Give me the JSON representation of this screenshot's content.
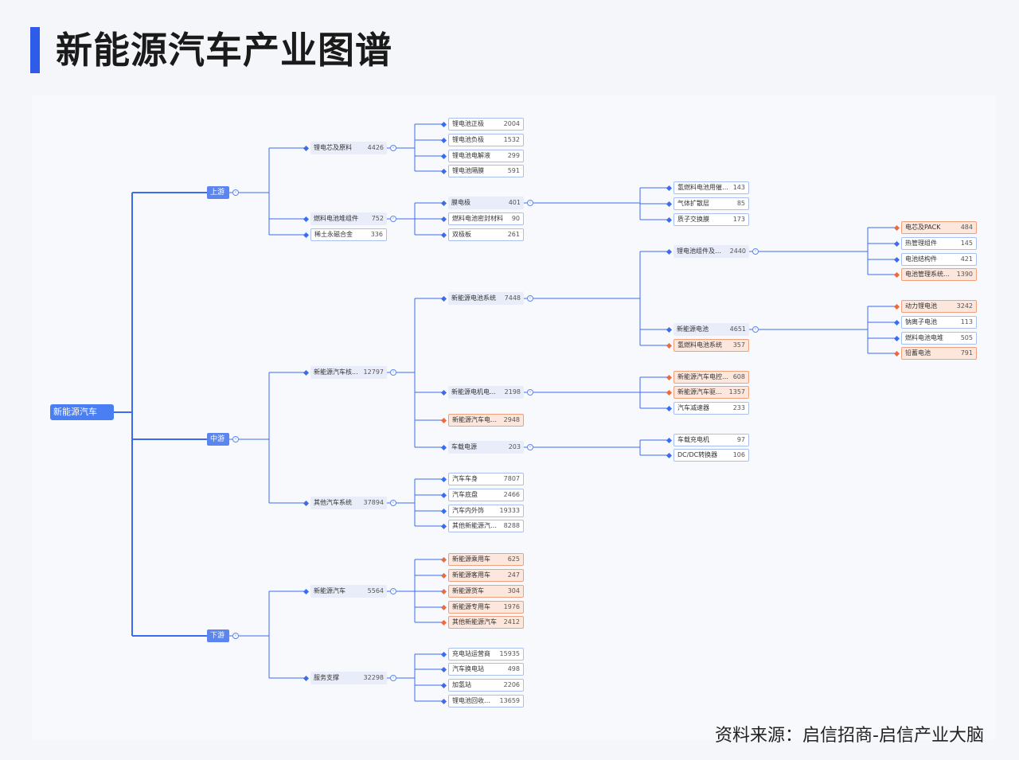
{
  "title": "新能源汽车产业图谱",
  "source": "资料来源：启信招商-启信产业大脑",
  "tree": {
    "label": "新能源汽车",
    "children": [
      {
        "label": "上游",
        "children": [
          {
            "label": "锂电芯及原料",
            "count": "4426",
            "children": [
              {
                "label": "锂电池正极",
                "count": "2004"
              },
              {
                "label": "锂电池负极",
                "count": "1532"
              },
              {
                "label": "锂电池电解液",
                "count": "299"
              },
              {
                "label": "锂电池隔膜",
                "count": "591"
              }
            ]
          },
          {
            "label": "燃料电池堆组件",
            "count": "752",
            "children": [
              {
                "label": "膜电极",
                "count": "401",
                "children": [
                  {
                    "label": "氢燃料电池用催化...",
                    "count": "143"
                  },
                  {
                    "label": "气体扩散层",
                    "count": "85"
                  },
                  {
                    "label": "质子交换膜",
                    "count": "173"
                  }
                ]
              },
              {
                "label": "燃料电池密封材料",
                "count": "90"
              },
              {
                "label": "双极板",
                "count": "261"
              }
            ]
          },
          {
            "label": "稀土永磁合金",
            "count": "336"
          }
        ]
      },
      {
        "label": "中游",
        "children": [
          {
            "label": "新能源汽车核...",
            "count": "12797",
            "children": [
              {
                "label": "新能源电池系统",
                "count": "7448",
                "children": [
                  {
                    "label": "锂电池组件及系...",
                    "count": "2440",
                    "children": [
                      {
                        "label": "电芯及PACK",
                        "count": "484",
                        "hl": true
                      },
                      {
                        "label": "热管理组件",
                        "count": "145"
                      },
                      {
                        "label": "电池结构件",
                        "count": "421"
                      },
                      {
                        "label": "电池管理系统（...",
                        "count": "1390",
                        "hl": true
                      }
                    ]
                  },
                  {
                    "label": "新能源电池",
                    "count": "4651",
                    "children": [
                      {
                        "label": "动力锂电池",
                        "count": "3242",
                        "hl": true
                      },
                      {
                        "label": "钠离子电池",
                        "count": "113"
                      },
                      {
                        "label": "燃料电池电堆",
                        "count": "505"
                      },
                      {
                        "label": "铅蓄电池",
                        "count": "791",
                        "hl": true
                      }
                    ]
                  },
                  {
                    "label": "氢燃料电池系统",
                    "count": "357",
                    "hl": true
                  }
                ]
              },
              {
                "label": "新能源电机电控...",
                "count": "2198",
                "children": [
                  {
                    "label": "新能源汽车电控系...",
                    "count": "608",
                    "hl": true
                  },
                  {
                    "label": "新能源汽车驱动...",
                    "count": "1357",
                    "hl": true
                  },
                  {
                    "label": "汽车减速器",
                    "count": "233"
                  }
                ]
              },
              {
                "label": "新能源汽车电子...",
                "count": "2948",
                "hl": true
              },
              {
                "label": "车载电源",
                "count": "203",
                "children": [
                  {
                    "label": "车载充电机",
                    "count": "97"
                  },
                  {
                    "label": "DC/DC转换器",
                    "count": "106"
                  }
                ]
              }
            ]
          },
          {
            "label": "其他汽车系统",
            "count": "37894",
            "children": [
              {
                "label": "汽车车身",
                "count": "7807"
              },
              {
                "label": "汽车底盘",
                "count": "2466"
              },
              {
                "label": "汽车内外饰",
                "count": "19333"
              },
              {
                "label": "其他新能源汽车...",
                "count": "8288"
              }
            ]
          }
        ]
      },
      {
        "label": "下游",
        "children": [
          {
            "label": "新能源汽车",
            "count": "5564",
            "children": [
              {
                "label": "新能源乘用车",
                "count": "625",
                "hl": true
              },
              {
                "label": "新能源客用车",
                "count": "247",
                "hl": true
              },
              {
                "label": "新能源货车",
                "count": "304",
                "hl": true
              },
              {
                "label": "新能源专用车",
                "count": "1976",
                "hl": true
              },
              {
                "label": "其他新能源汽车",
                "count": "2412",
                "hl": true
              }
            ]
          },
          {
            "label": "服务支撑",
            "count": "32298",
            "children": [
              {
                "label": "充电站运营商",
                "count": "15935"
              },
              {
                "label": "汽车换电站",
                "count": "498"
              },
              {
                "label": "加氢站",
                "count": "2206"
              },
              {
                "label": "锂电池回收利...",
                "count": "13659"
              }
            ]
          }
        ]
      }
    ]
  }
}
